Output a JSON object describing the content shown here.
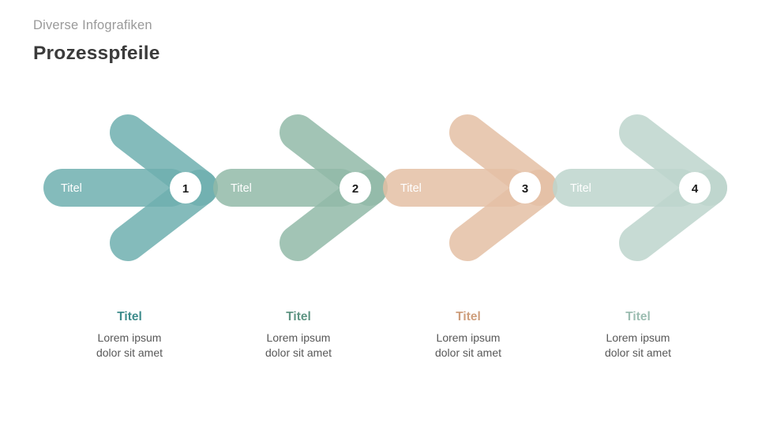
{
  "header": {
    "eyebrow": "Diverse Infografiken",
    "title": "Prozesspfeile"
  },
  "colors": {
    "teal": "#6FAFAF",
    "teal_dark": "#3E8C8C",
    "sage": "#92BAA8",
    "sage_dark": "#5F9583",
    "peach": "#E4BFA4",
    "peach_dark": "#CE9E7C",
    "mint": "#BDD5CC",
    "mint_dark": "#9CBDB1",
    "eyebrow_gray": "#9A9A9A",
    "title_gray": "#3B3B3B",
    "body_gray": "#585858",
    "circle_fill": "#FFFFFF",
    "number_color": "#1A1A1A"
  },
  "steps": [
    {
      "bar_label": "Titel",
      "number": "1",
      "color": "#6FAFAF",
      "color_dark": "#3E8C8C",
      "caption_title": "Titel",
      "caption_line1": "Lorem ipsum",
      "caption_line2": "dolor sit amet"
    },
    {
      "bar_label": "Titel",
      "number": "2",
      "color": "#92BAA8",
      "color_dark": "#5F9583",
      "caption_title": "Titel",
      "caption_line1": "Lorem ipsum",
      "caption_line2": "dolor sit amet"
    },
    {
      "bar_label": "Titel",
      "number": "3",
      "color": "#E4BFA4",
      "color_dark": "#CE9E7C",
      "caption_title": "Titel",
      "caption_line1": "Lorem ipsum",
      "caption_line2": "dolor sit amet"
    },
    {
      "bar_label": "Titel",
      "number": "4",
      "color": "#BDD5CC",
      "color_dark": "#9CBDB1",
      "caption_title": "Titel",
      "caption_line1": "Lorem ipsum",
      "caption_line2": "dolor sit amet"
    }
  ]
}
